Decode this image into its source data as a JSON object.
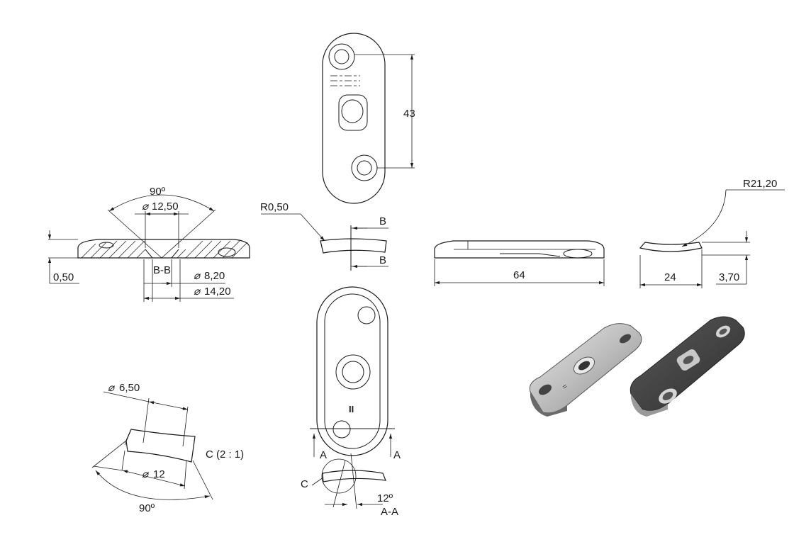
{
  "dimensions": {
    "top_height": "43",
    "section_angle": "90º",
    "section_dia_top": "12,50",
    "section_label": "B-B",
    "section_thickness": "0,50",
    "section_dia_small": "8,20",
    "section_dia_large": "14,20",
    "edge_radius": "R0,50",
    "cut_b1": "B",
    "cut_b2": "B",
    "front_length": "64",
    "side_radius": "R21,20",
    "side_width": "24",
    "side_height": "3,70",
    "detail_dia_top": "6,50",
    "detail_label": "C (2 : 1)",
    "detail_dia_bottom": "12",
    "detail_angle": "90º",
    "cut_a1": "A",
    "cut_a2": "A",
    "detail_callout": "C",
    "bottom_angle": "12º",
    "bottom_section_label": "A-A",
    "engrave_mark": "II"
  },
  "symbols": {
    "diameter": "⌀"
  }
}
